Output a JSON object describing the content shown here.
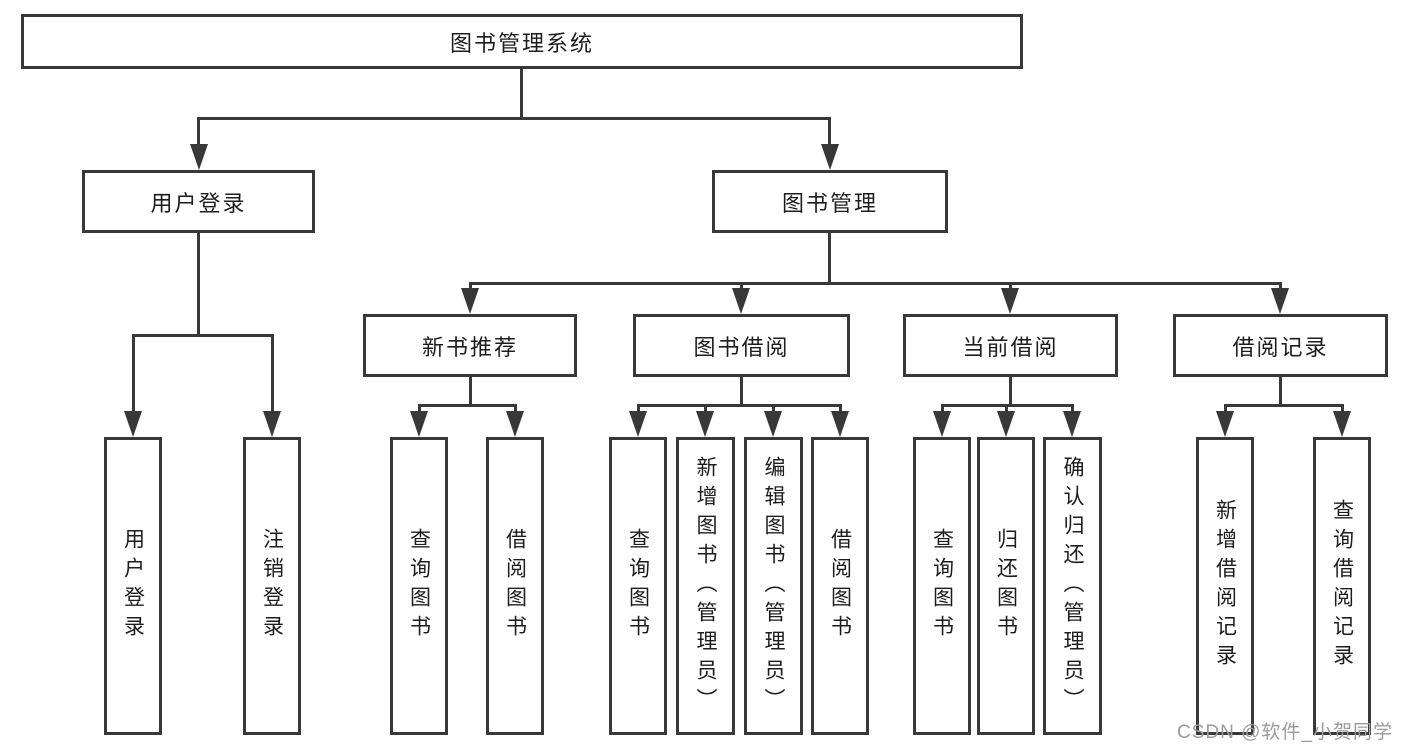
{
  "diagram": {
    "title_node": "图书管理系统",
    "root": {
      "label": "图书管理系统"
    },
    "branches": [
      {
        "label": "用户登录",
        "children": [
          {
            "label": "用户登录"
          },
          {
            "label": "注销登录"
          }
        ]
      },
      {
        "label": "图书管理",
        "sections": [
          {
            "label": "新书推荐",
            "children": [
              {
                "label": "查询图书"
              },
              {
                "label": "借阅图书"
              }
            ]
          },
          {
            "label": "图书借阅",
            "children": [
              {
                "label": "查询图书"
              },
              {
                "label": "新增图书（管理员）"
              },
              {
                "label": "编辑图书（管理员）"
              },
              {
                "label": "借阅图书"
              }
            ]
          },
          {
            "label": "当前借阅",
            "children": [
              {
                "label": "查询图书"
              },
              {
                "label": "归还图书"
              },
              {
                "label": "确认归还（管理员）"
              }
            ]
          },
          {
            "label": "借阅记录",
            "children": [
              {
                "label": "新增借阅记录"
              },
              {
                "label": "查询借阅记录"
              }
            ]
          }
        ]
      }
    ]
  },
  "watermark": {
    "text": "CSDN @软件_小贺同学"
  },
  "colors": {
    "line": "#383838",
    "text": "#1d1d1d",
    "watermark": "#9b9b9b",
    "background": "#ffffff"
  }
}
